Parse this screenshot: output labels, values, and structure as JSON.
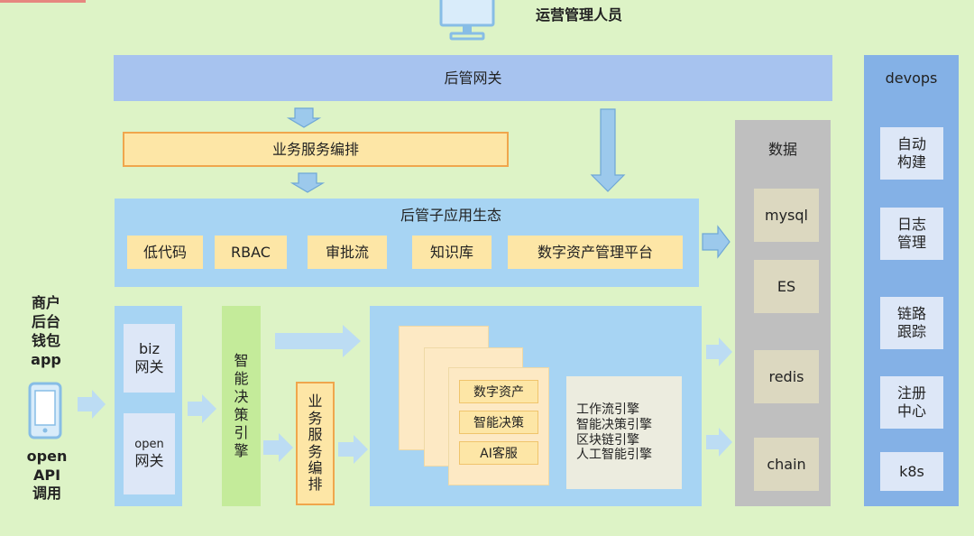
{
  "operator": {
    "label": "运营管理人员",
    "icon": "monitor-icon"
  },
  "gateway": {
    "label": "后管网关"
  },
  "orchestration": {
    "label": "业务服务编排"
  },
  "sub_app_ecosystem": {
    "title": "后管子应用生态",
    "items": [
      "低代码",
      "RBAC",
      "审批流",
      "知识库",
      "数字资产管理平台"
    ]
  },
  "clients": {
    "top_label": [
      "商户",
      "后台",
      "钱包",
      "app"
    ],
    "icon": "phone-icon",
    "bottom_label": [
      "open",
      "API",
      "调用"
    ]
  },
  "gateways": {
    "biz": [
      "biz",
      "网关"
    ],
    "open": [
      "open",
      "网关"
    ]
  },
  "decision_engine": {
    "chars": [
      "智",
      "能",
      "决",
      "策",
      "引",
      "擎"
    ]
  },
  "service_orchestration": {
    "chars": [
      "业",
      "务",
      "服",
      "务",
      "编",
      "排"
    ]
  },
  "core": {
    "stack_items": [
      "数字资产",
      "智能决策",
      "AI客服"
    ],
    "engines": [
      "工作流引擎",
      "智能决策引擎",
      "区块链引擎",
      "人工智能引擎"
    ]
  },
  "data": {
    "title": "数据",
    "items": [
      "mysql",
      "ES",
      "redis",
      "chain"
    ]
  },
  "devops": {
    "title": "devops",
    "items": [
      [
        "自动",
        "构建"
      ],
      [
        "日志",
        "管理"
      ],
      [
        "链路",
        "跟踪"
      ],
      [
        "注册",
        "中心"
      ],
      [
        "k8s"
      ]
    ]
  },
  "colors": {
    "background": "#ddf3c6",
    "gateway_blue": "#a7c3ef",
    "panel_blue": "#a7d4f3",
    "orange_fill": "#fde6a6",
    "orange_border": "#f0a64c",
    "gray_panel": "#bfbfbf",
    "gray_item": "#dcd8c0",
    "devops_blue": "#84b1e6",
    "light_green": "#c4eb9a",
    "arrow": "#9cc9ec"
  }
}
